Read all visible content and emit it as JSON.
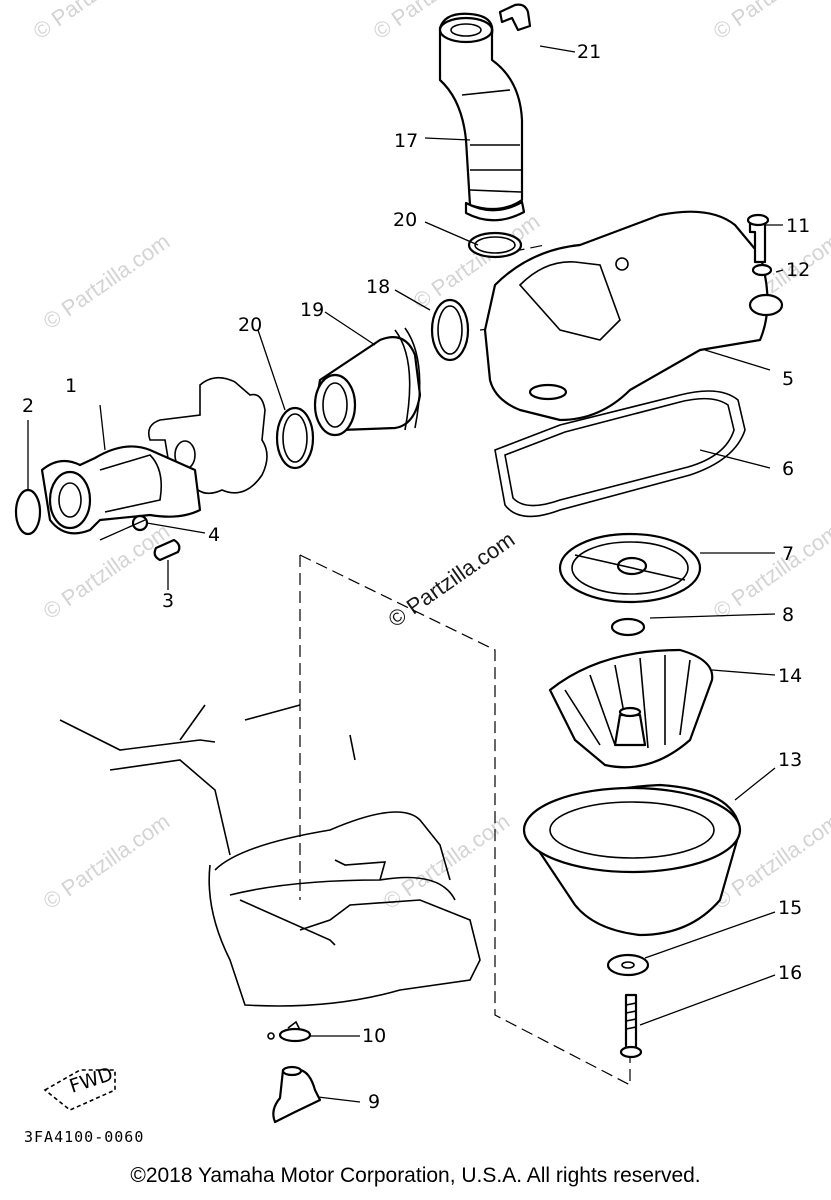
{
  "diagram": {
    "code": "3FA4100-0060",
    "copyright": "©2018 Yamaha Motor Corporation, U.S.A. All rights reserved.",
    "fwd_label": "FWD",
    "watermark": "© Partzilla.com",
    "callouts": {
      "p1": "1",
      "p2": "2",
      "p3": "3",
      "p4": "4",
      "p5": "5",
      "p6": "6",
      "p7": "7",
      "p8": "8",
      "p9": "9",
      "p10": "10",
      "p11": "11",
      "p12": "12",
      "p13": "13",
      "p14": "14",
      "p15": "15",
      "p16": "16",
      "p17": "17",
      "p18": "18",
      "p19": "19",
      "p20a": "20",
      "p20b": "20",
      "p21": "21"
    }
  }
}
